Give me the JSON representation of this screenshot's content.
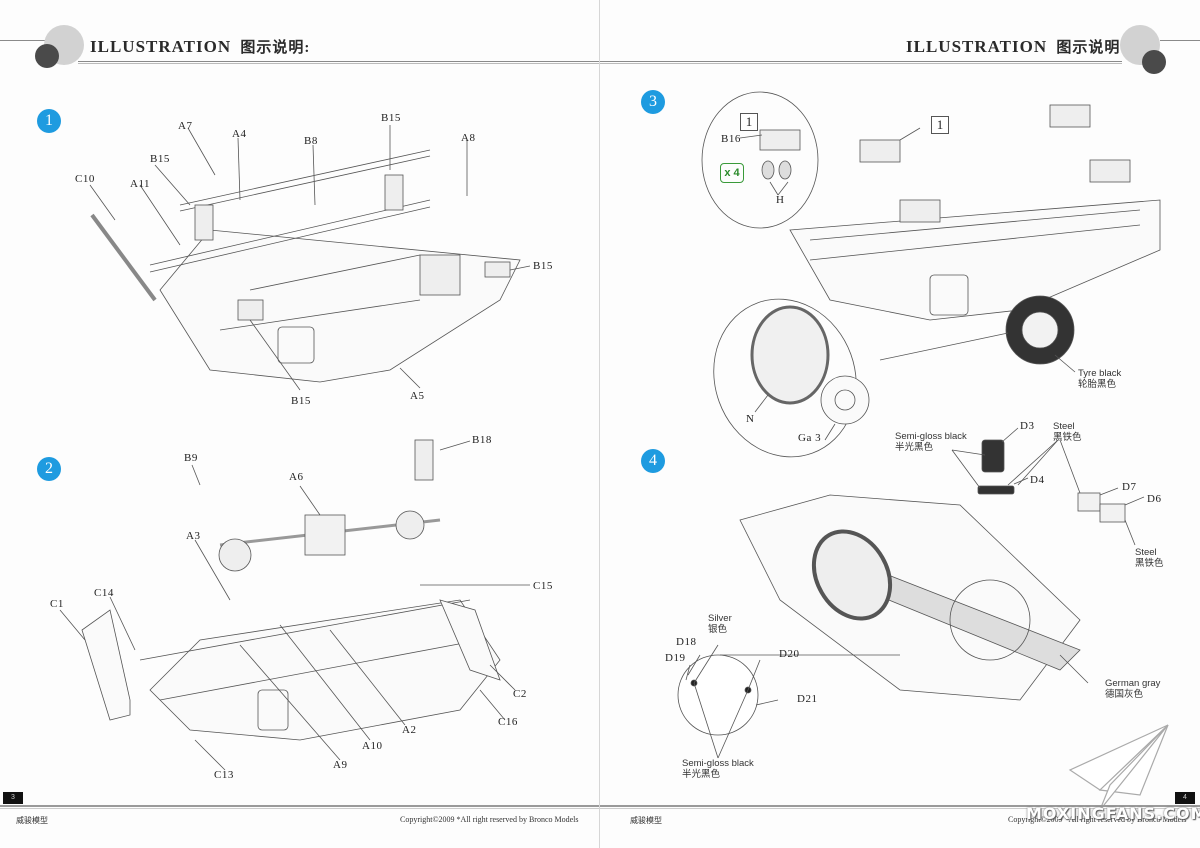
{
  "header": {
    "title_en": "ILLUSTRATION",
    "title_cn": "图示说明:"
  },
  "left_page": {
    "page_number": "3",
    "footer_left": "威骏模型",
    "footer_right": "Copyright©2009  *All right reserved by Bronco Models",
    "steps": [
      {
        "number": "1",
        "part_labels": [
          "A7",
          "A4",
          "B15",
          "B8",
          "A8",
          "C10",
          "A11",
          "B15",
          "B15",
          "B15",
          "A5"
        ]
      },
      {
        "number": "2",
        "part_labels": [
          "B9",
          "A6",
          "B18",
          "A3",
          "C14",
          "C1",
          "C15",
          "C2",
          "C16",
          "A2",
          "A10",
          "A9",
          "C13"
        ]
      }
    ]
  },
  "right_page": {
    "page_number": "4",
    "footer_left": "威骏模型",
    "footer_right": "Copyright©2009  *All right reserved by Bronco Models",
    "watermark": "MOXINGFANS.COM",
    "steps": [
      {
        "number": "3",
        "inset_callout": "1",
        "inset_part": "B16",
        "inset_sub_part": "H",
        "quantity": "x 4",
        "main_callout": "1",
        "wheel_parts": [
          "N",
          "Ga 3"
        ],
        "paint_notes": [
          {
            "en": "Tyre black",
            "cn": "轮胎黑色"
          }
        ]
      },
      {
        "number": "4",
        "part_labels": [
          "D3",
          "D4",
          "D7",
          "D6",
          "D18",
          "D19",
          "D20",
          "D21"
        ],
        "paint_notes": [
          {
            "en": "Semi-gloss black",
            "cn": "半光黑色"
          },
          {
            "en": "Steel",
            "cn": "黑铁色"
          },
          {
            "en": "Steel",
            "cn": "黑铁色"
          },
          {
            "en": "Silver",
            "cn": "银色"
          },
          {
            "en": "German gray",
            "cn": "德国灰色"
          },
          {
            "en": "Semi-gloss black",
            "cn": "半光黑色"
          }
        ]
      }
    ]
  },
  "colors": {
    "step_badge": "#1e9be0",
    "quantity_badge": "#2a8a2a",
    "header_dark_circle": "#4a4a4a",
    "header_light_circle": "#d2d2d2"
  }
}
